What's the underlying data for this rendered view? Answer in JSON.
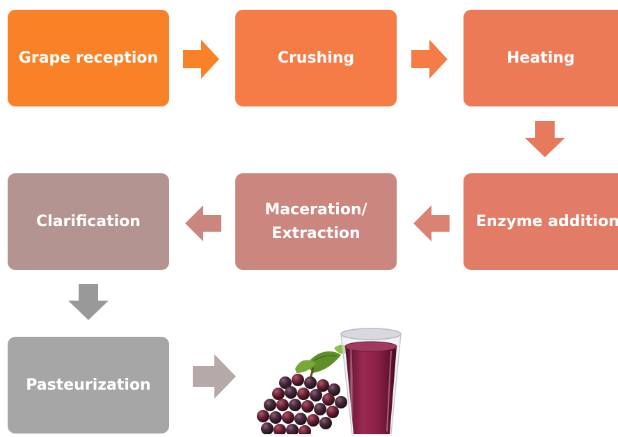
{
  "steps": [
    {
      "id": "grape-reception",
      "label": "Grape reception",
      "color": "#f98228"
    },
    {
      "id": "crushing",
      "label": "Crushing",
      "color": "#f57c46"
    },
    {
      "id": "heating",
      "label": "Heating",
      "color": "#ed7a56"
    },
    {
      "id": "enzyme-addition",
      "label": "Enzyme addition",
      "color": "#e27c66"
    },
    {
      "id": "maceration",
      "label": "Maceration/\nExtraction",
      "color": "#cb8680"
    },
    {
      "id": "clarification",
      "label": "Clarification",
      "color": "#b49490"
    },
    {
      "id": "pasteurization",
      "label": "Pasteurization",
      "color": "#a6a6a6"
    }
  ],
  "arrow_colors": {
    "a1": "#f98228",
    "a2": "#f57c46",
    "a3": "#ed7a56",
    "a4": "#db8373",
    "a5": "#cb8680",
    "a6": "#999999",
    "a7": "#b5aaa8"
  },
  "product_image": "grapes-and-juice-glass"
}
